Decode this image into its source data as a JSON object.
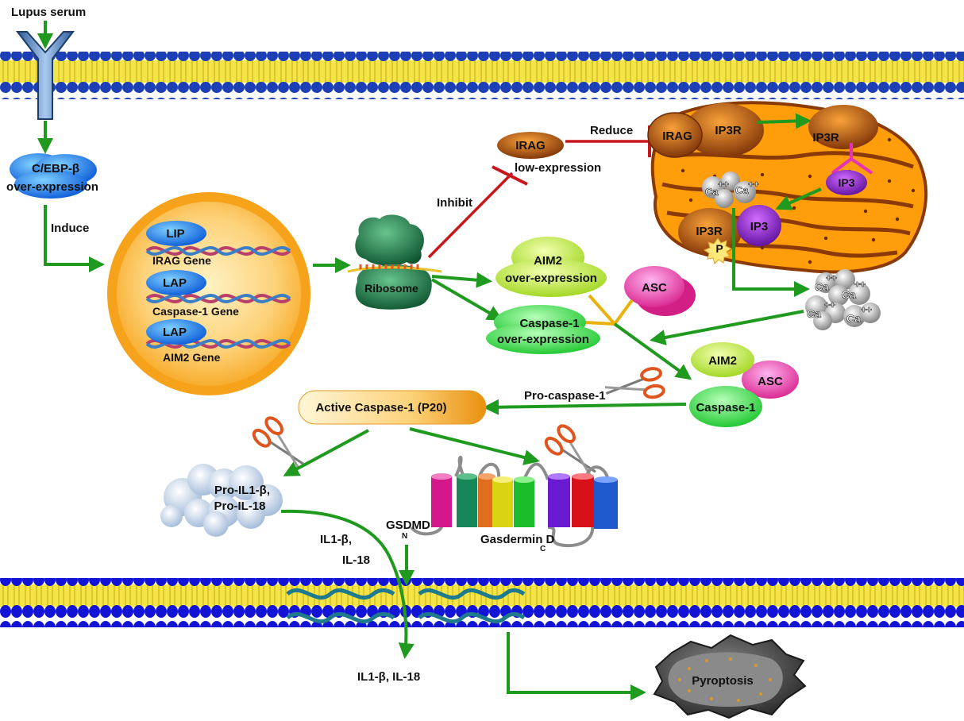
{
  "labels": {
    "lupus_serum": "Lupus serum",
    "cebp_line1": "C/EBP-β",
    "cebp_line2": "over-expression",
    "induce": "Induce",
    "lip": "LIP",
    "lap1": "LAP",
    "lap2": "LAP",
    "irag_gene": "IRAG Gene",
    "caspase1_gene": "Caspase-1 Gene",
    "aim2_gene": "AIM2 Gene",
    "ribosome": "Ribosome",
    "inhibit": "Inhibit",
    "irag_low": "IRAG",
    "low_expression": "low-expression",
    "reduce": "Reduce",
    "er_irag": "IRAG",
    "er_ip3r_top": "IP3R",
    "er_ip3r_right": "IP3R",
    "er_ip3_right": "IP3",
    "er_ip3r_bottom": "IP3R",
    "er_ip3_bottom": "IP3",
    "phospho": "P",
    "aim2_over_1": "AIM2",
    "aim2_over_2": "over-expression",
    "asc": "ASC",
    "casp1_over_1": "Caspase-1",
    "casp1_over_2": "over-expression",
    "inflam_aim2": "AIM2",
    "inflam_asc": "ASC",
    "inflam_casp1": "Caspase-1",
    "pro_caspase1": "Pro-caspase-1",
    "active_caspase1": "Active Caspase-1 (P20)",
    "pro_il_1": "Pro-IL1-β,",
    "pro_il_2": "Pro-IL-18",
    "gsdmd": "GSDMD",
    "gasdermin_d": "Gasdermin D",
    "n_term": "N",
    "c_term": "C",
    "il_release_1": "IL1-β,",
    "il_release_2": "IL-18",
    "il_out": "IL1-β, IL-18",
    "pyroptosis": "Pyroptosis",
    "ca": "Ca",
    "ca_charge": "++"
  },
  "colors": {
    "activation_arrow": "#1f9a1f",
    "inhibition_line": "#c8161d",
    "membrane_head": "#1a3fb8",
    "membrane_tail": "#f2e02a",
    "nucleus": "#f7a21b",
    "er_body": "#ff9d0a",
    "er_outline": "#8a3a06"
  }
}
